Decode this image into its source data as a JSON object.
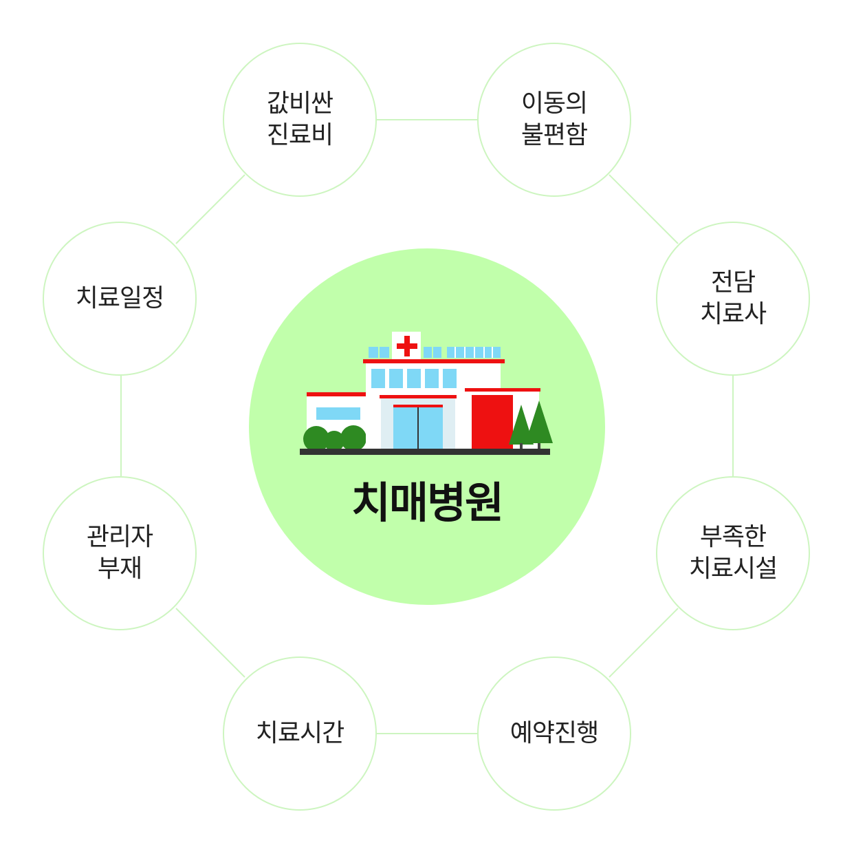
{
  "center": {
    "title": "치매병원",
    "icon": "hospital-building-icon"
  },
  "nodes": [
    {
      "id": "top-left",
      "lines": [
        "값비싼",
        "진료비"
      ]
    },
    {
      "id": "top-right",
      "lines": [
        "이동의",
        "불편함"
      ]
    },
    {
      "id": "right-upper",
      "lines": [
        "전담",
        "치료사"
      ]
    },
    {
      "id": "right-lower",
      "lines": [
        "부족한",
        "치료시설"
      ]
    },
    {
      "id": "bottom-right",
      "lines": [
        "예약진행"
      ]
    },
    {
      "id": "bottom-left",
      "lines": [
        "치료시간"
      ]
    },
    {
      "id": "left-lower",
      "lines": [
        "관리자",
        "부재"
      ]
    },
    {
      "id": "left-upper",
      "lines": [
        "치료일정"
      ]
    }
  ],
  "colors": {
    "center_fill": "#c1ffab",
    "node_stroke": "#cdf5c0",
    "connector": "#cdf5c0",
    "hospital_red": "#ee1111",
    "glass_blue": "#7fd8f6",
    "tree_green": "#2e8a22"
  }
}
